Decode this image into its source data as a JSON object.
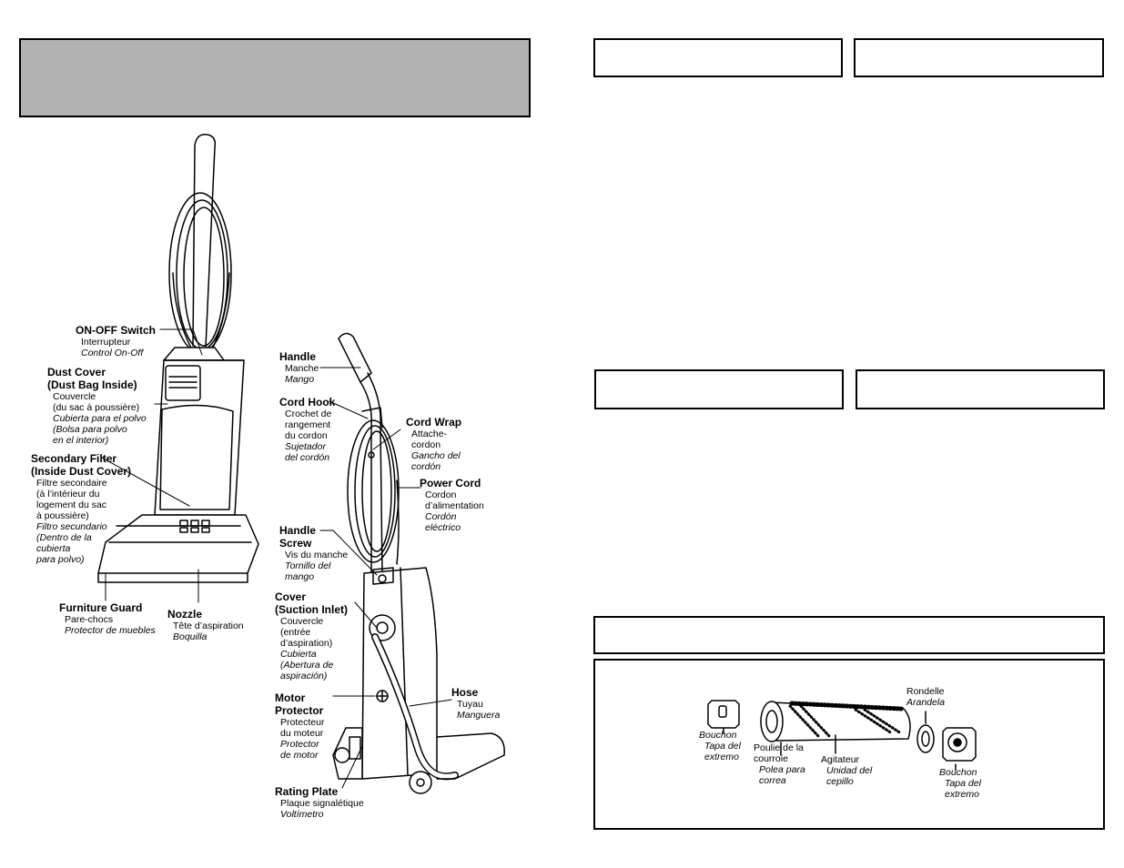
{
  "upright_labels": [
    {
      "en": "ON-OFF Switch",
      "fr": "Interrupteur",
      "es": "Control On-Off"
    },
    {
      "en": "Dust Cover",
      "en2": "(Dust Bag Inside)",
      "fr": "Couvercle",
      "fr2": "(du sac à poussière)",
      "es": "Cubierta para el polvo",
      "es2": "(Bolsa para polvo",
      "es3": "en el interior)"
    },
    {
      "en": "Secondary Filter",
      "en2": "(Inside Dust Cover)",
      "fr": "Filtre secondaire",
      "fr2": "(à l’intérieur du",
      "fr3": "logement du sac",
      "fr4": "à poussière)",
      "es": "Filtro secundario",
      "es2": "(Dentro de la",
      "es3": "cubierta",
      "es4": "para polvo)"
    },
    {
      "en": "Furniture Guard",
      "fr": "Pare-chocs",
      "es": "Protector de muebles"
    },
    {
      "en": "Nozzle",
      "fr": "Tête d’aspiration",
      "es": "Boquilla"
    }
  ],
  "side_labels": [
    {
      "en": "Handle",
      "fr": "Manche",
      "es": "Mango"
    },
    {
      "en": "Cord Hook",
      "fr": "Crochet de",
      "fr2": "rangement",
      "fr3": "du cordon",
      "es": "Sujetador",
      "es2": "del cordón"
    },
    {
      "en": "Cord Wrap",
      "fr": "Attache-",
      "fr2": "cordon",
      "es": "Gancho del",
      "es2": "cordón"
    },
    {
      "en": "Power Cord",
      "fr": "Cordon",
      "fr2": "d’alimentation",
      "es": "Cordón",
      "es2": "eléctrico"
    },
    {
      "en": "Handle",
      "en2": "Screw",
      "fr": "Vis du manche",
      "es": "Tornillo del",
      "es2": "mango"
    },
    {
      "en": "Cover",
      "en2": "(Suction Inlet)",
      "fr": "Couvercle",
      "fr2": "(entrée",
      "fr3": "d’aspiration)",
      "es": "Cubierta",
      "es2": "(Abertura de",
      "es3": "aspiración)"
    },
    {
      "en": "Motor",
      "en2": "Protector",
      "fr": "Protecteur",
      "fr2": "du moteur",
      "es": "Protector",
      "es2": "de motor"
    },
    {
      "en": "Hose",
      "fr": "Tuyau",
      "es": "Manguera"
    },
    {
      "en": "Rating Plate",
      "fr": "Plaque signalétique",
      "es": "Voltímetro"
    }
  ],
  "parts_labels": [
    {
      "fr": "Bouchon",
      "es": "Tapa del",
      "es2": "extremo"
    },
    {
      "fr": "Poulie de la",
      "fr2": "courroie",
      "es": "Polea para",
      "es2": "correa"
    },
    {
      "fr": "Agitateur",
      "es": "Unidad del",
      "es2": "cepillo"
    },
    {
      "fr": "Rondelle",
      "es": "Arandela"
    },
    {
      "fr": "Bouchon",
      "es": "Tapa del",
      "es2": "extremo"
    }
  ]
}
